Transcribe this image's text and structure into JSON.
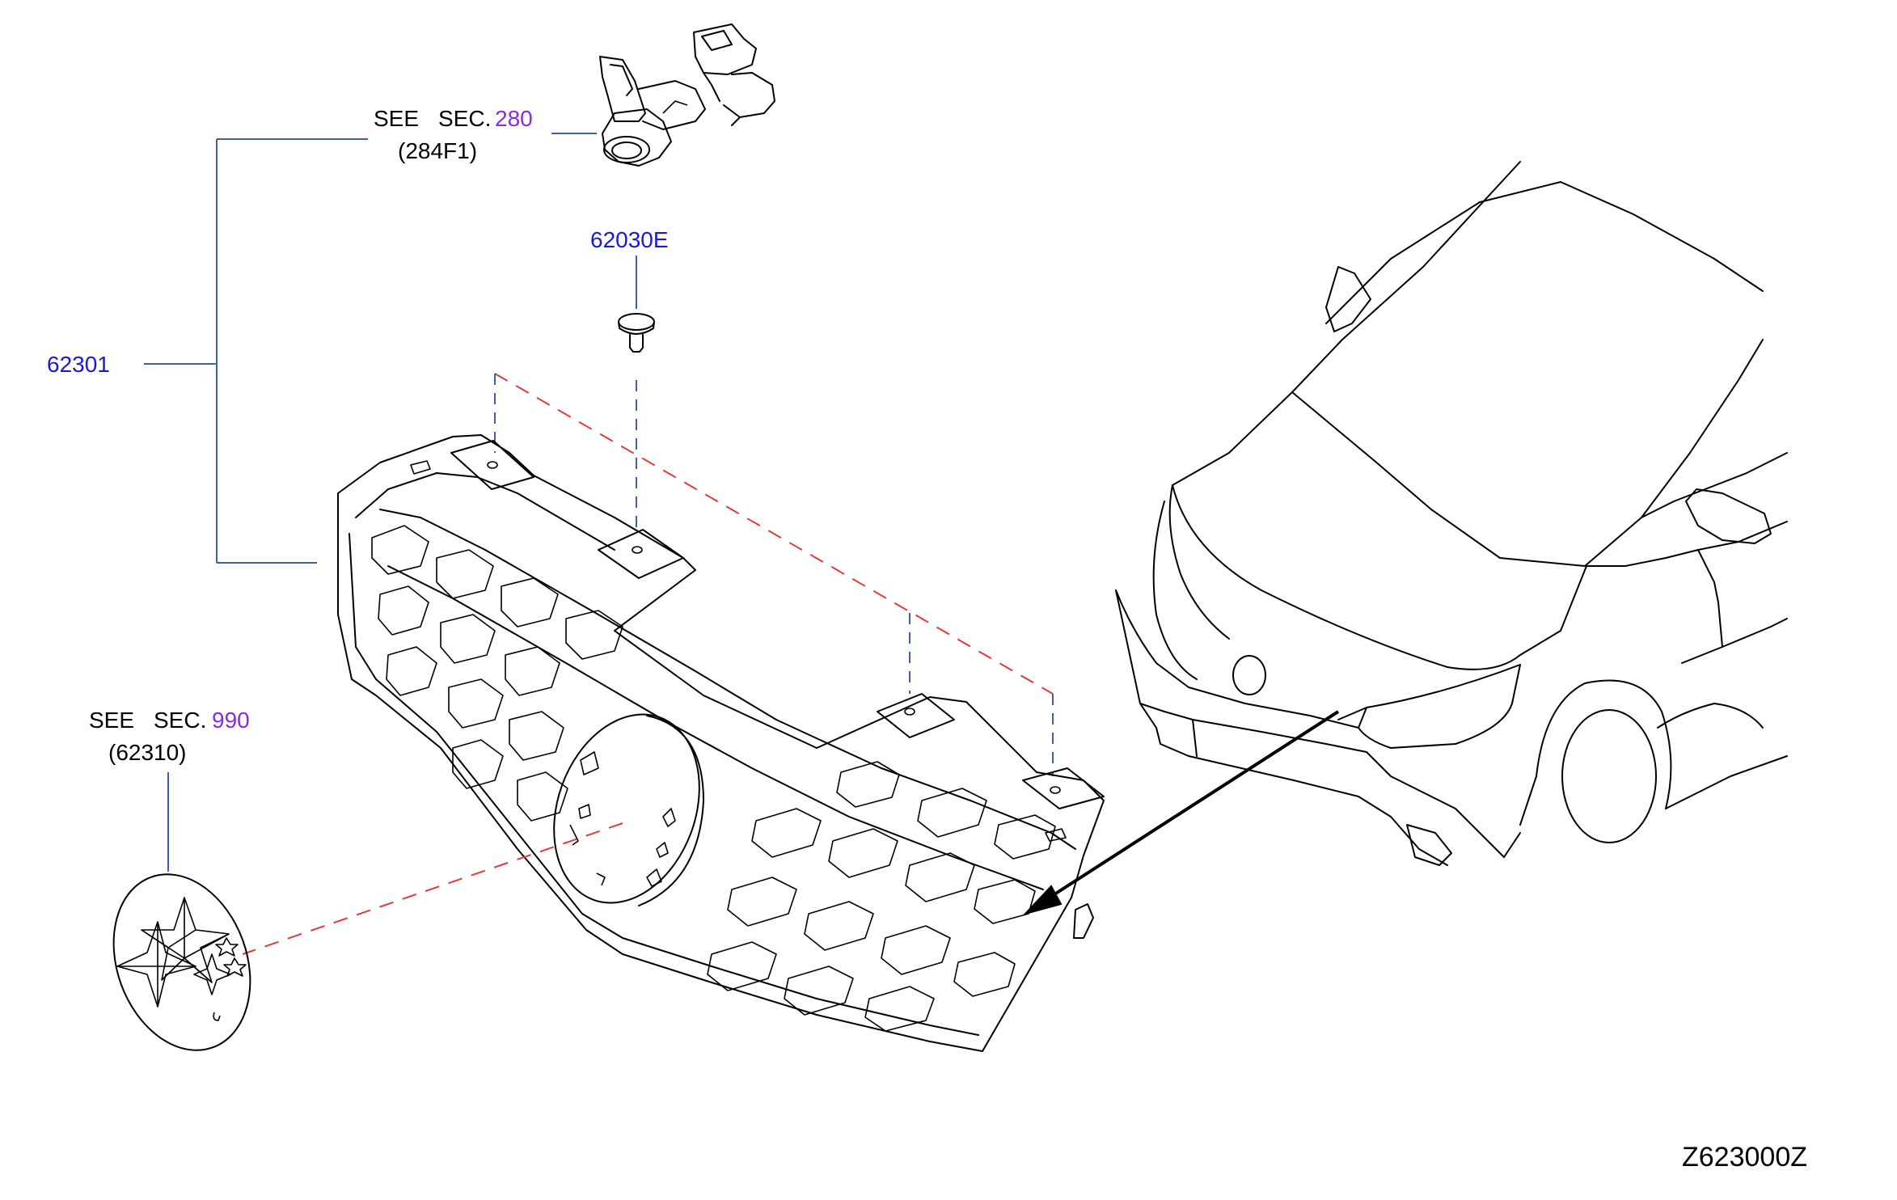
{
  "diagram_id": "Z623000Z",
  "callouts": {
    "camera_see": "SEE",
    "camera_sec": "SEC.",
    "camera_sec_num": "280",
    "camera_part": "(284F1)",
    "clip_part": "62030E",
    "grille_part": "62301",
    "emblem_see": "SEE",
    "emblem_sec": "SEC.",
    "emblem_sec_num": "990",
    "emblem_part": "(62310)"
  },
  "colors": {
    "part_number_link": "#1a1ad6",
    "section_link": "#8a2be2",
    "leader_line": "#3f5fa8",
    "alignment_dash": "#e23a3a"
  }
}
